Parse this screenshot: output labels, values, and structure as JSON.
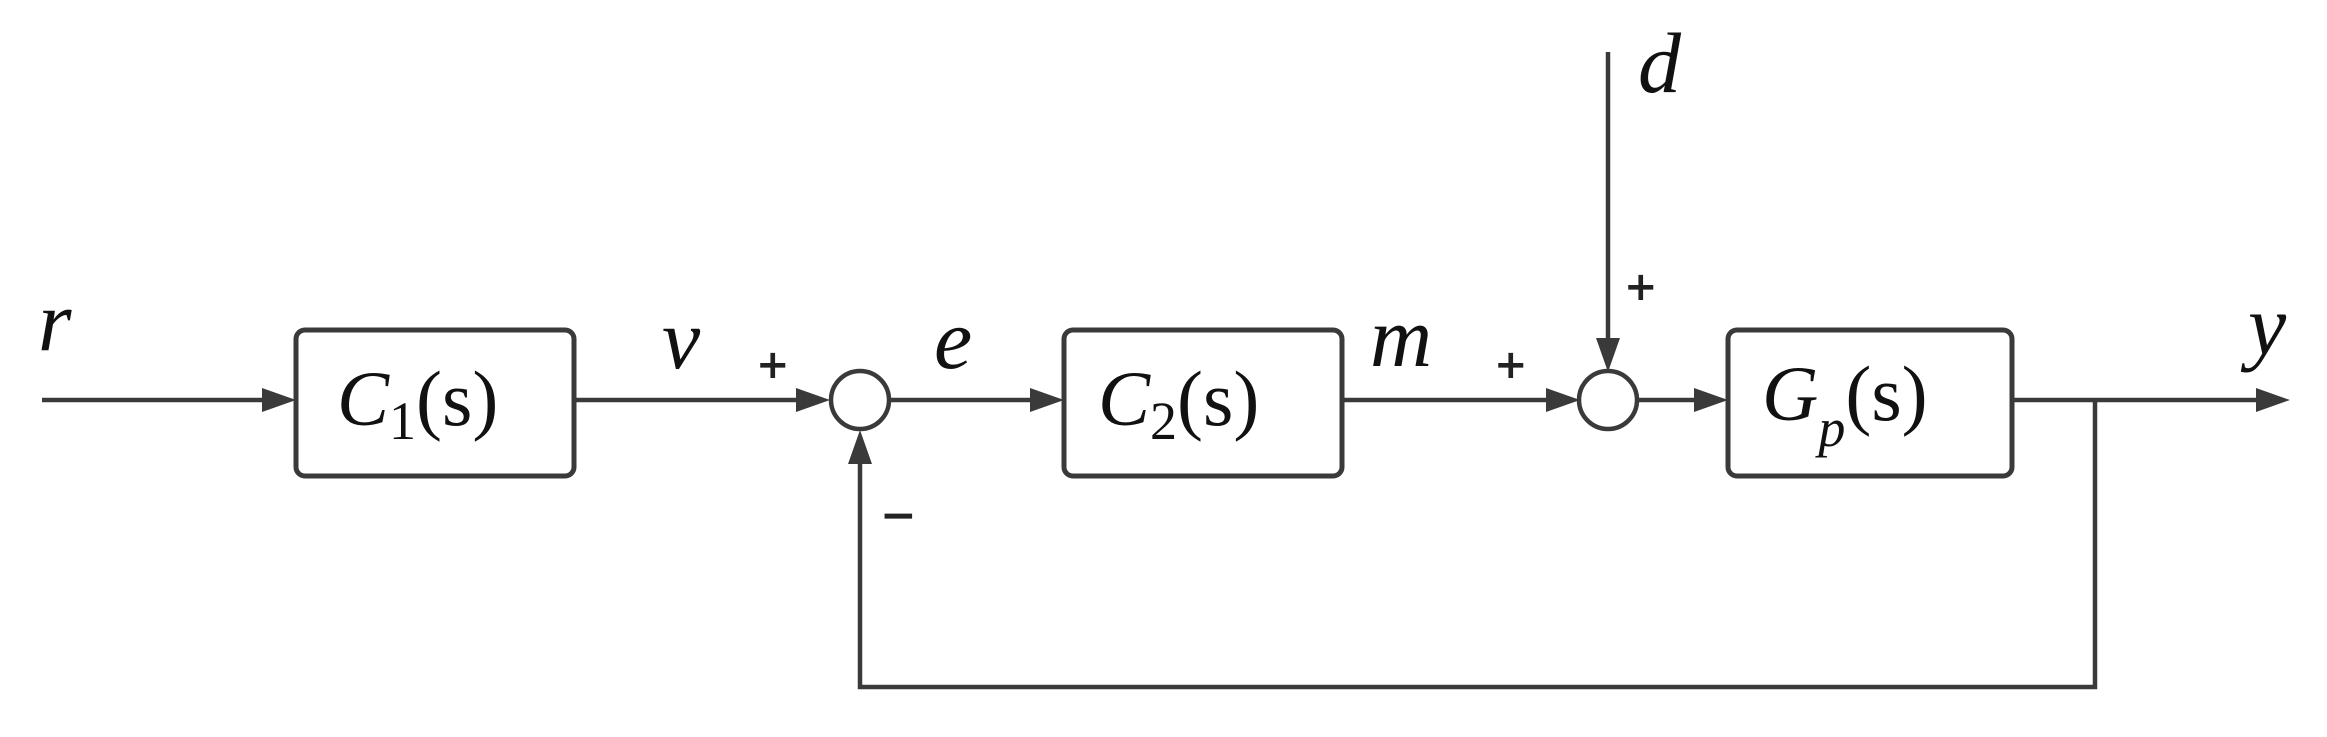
{
  "signals": {
    "r": "r",
    "v": "v",
    "e": "e",
    "m": "m",
    "d": "d",
    "y": "y"
  },
  "blocks": {
    "c1": {
      "letter": "C",
      "sub": "1",
      "arg": "(s)"
    },
    "c2": {
      "letter": "C",
      "sub": "2",
      "arg": "(s)"
    },
    "gp": {
      "letter": "G",
      "sub": "p",
      "arg": "(s)"
    }
  },
  "signs": {
    "sum1_plus": "+",
    "sum1_minus": "−",
    "sum2_plus_left": "+",
    "sum2_plus_top": "+"
  },
  "colors": {
    "line": "#3a3a3a",
    "text": "#111111"
  }
}
